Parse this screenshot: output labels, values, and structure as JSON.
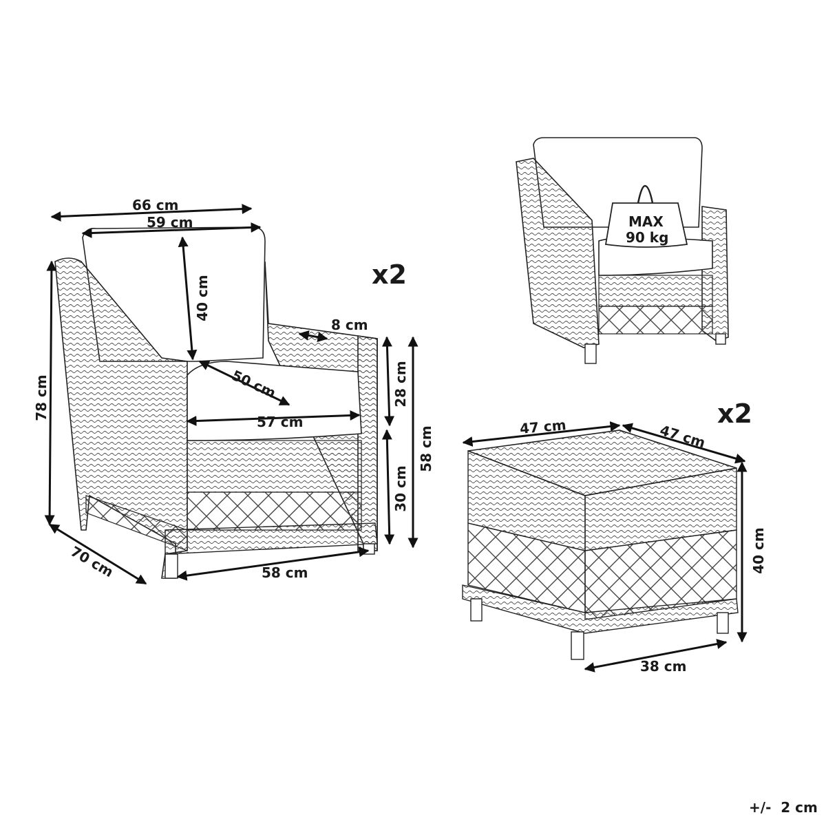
{
  "chair_front": {
    "quantity": "x2",
    "dims": {
      "overall_width": "66 cm",
      "back_width": "59 cm",
      "back_height": "40 cm",
      "arm_width": "8 cm",
      "seat_depth": "50 cm",
      "seat_width": "57 cm",
      "arm_height_above_seat": "28 cm",
      "seat_height": "30 cm",
      "arm_height": "58 cm",
      "overall_height": "78 cm",
      "depth": "70 cm",
      "base_width": "58 cm"
    }
  },
  "chair_load": {
    "weight_label_line1": "MAX",
    "weight_label_line2": "90 kg"
  },
  "ottoman": {
    "quantity": "x2",
    "dims": {
      "width": "47 cm",
      "depth": "47 cm",
      "height": "40 cm",
      "base_width": "38 cm"
    }
  },
  "tolerance": "+/-  2 cm"
}
